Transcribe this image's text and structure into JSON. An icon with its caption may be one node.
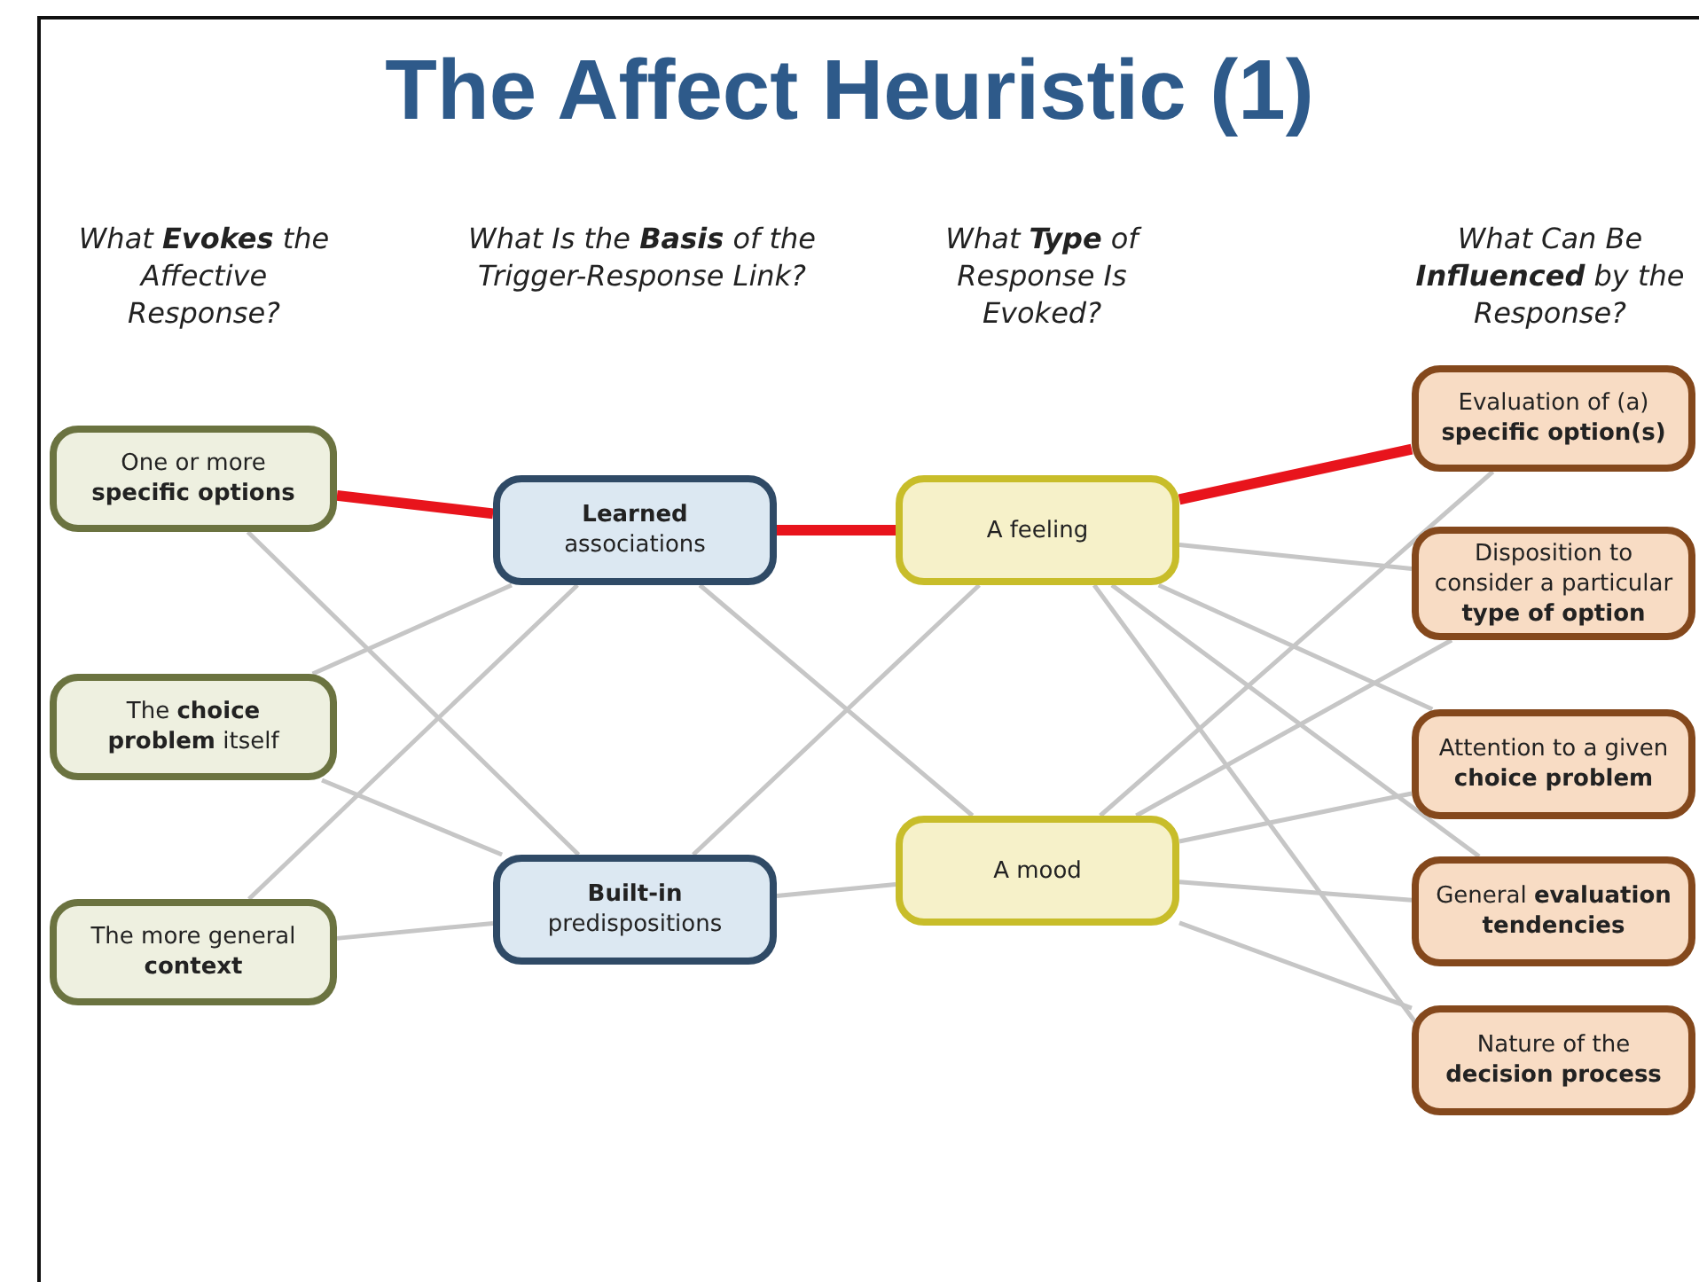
{
  "diagram": {
    "title": "The Affect Heuristic (1)",
    "nodes": [
      {
        "text": [
          "One or more **specific options**"
        ]
      },
      {
        "text": [
          "The **choice problem** itself"
        ]
      },
      {
        "text": [
          "The more general **context**"
        ]
      },
      {
        "text": [
          "**Learned** associations"
        ]
      },
      {
        "text": [
          "**Built-in** predispositions"
        ]
      },
      {
        "text": [
          "A feeling"
        ]
      },
      {
        "text": [
          "A mood"
        ]
      },
      {
        "text": [
          "Evaluation of (a) **specific option(s)**"
        ]
      },
      {
        "text": [
          "Disposition to consider a particular **type of option**"
        ]
      },
      {
        "text": [
          "Attention to a given **choice problem**"
        ]
      },
      {
        "text": [
          "General **evaluation tendencies**"
        ]
      },
      {
        "text": [
          "Nature of the **decision process**"
        ]
      }
    ],
    "edges": [
      {
        "from": 0,
        "to": 3,
        "arrow": "none",
        "style": "thick",
        "color": "#e8141c"
      },
      {
        "from": 0,
        "to": 4,
        "arrow": "none"
      },
      {
        "from": 1,
        "to": 3,
        "arrow": "none"
      },
      {
        "from": 1,
        "to": 4,
        "arrow": "none"
      },
      {
        "from": 2,
        "to": 3,
        "arrow": "none"
      },
      {
        "from": 2,
        "to": 4,
        "arrow": "none"
      },
      {
        "from": 3,
        "to": 5,
        "arrow": "none",
        "style": "thick",
        "color": "#e8141c"
      },
      {
        "from": 3,
        "to": 6,
        "arrow": "none"
      },
      {
        "from": 4,
        "to": 5,
        "arrow": "none"
      },
      {
        "from": 4,
        "to": 6,
        "arrow": "none"
      },
      {
        "from": 5,
        "to": 7,
        "arrow": "none",
        "style": "thick",
        "color": "#e8141c"
      },
      {
        "from": 5,
        "to": 8,
        "arrow": "none"
      },
      {
        "from": 5,
        "to": 9,
        "arrow": "none"
      },
      {
        "from": 5,
        "to": 10,
        "arrow": "none"
      },
      {
        "from": 5,
        "to": 11,
        "arrow": "none"
      },
      {
        "from": 6,
        "to": 7,
        "arrow": "none"
      },
      {
        "from": 6,
        "to": 8,
        "arrow": "none"
      },
      {
        "from": 6,
        "to": 9,
        "arrow": "none"
      },
      {
        "from": 6,
        "to": 10,
        "arrow": "none"
      },
      {
        "from": 6,
        "to": 11,
        "arrow": "none"
      }
    ],
    "labels": [
      "What **Evokes** the Affective Response?",
      "What Is the **Basis** of the Trigger-Response Link?",
      "What **Type** of Response Is Evoked?",
      "What Can Be **Influenced** by the Response?"
    ]
  }
}
